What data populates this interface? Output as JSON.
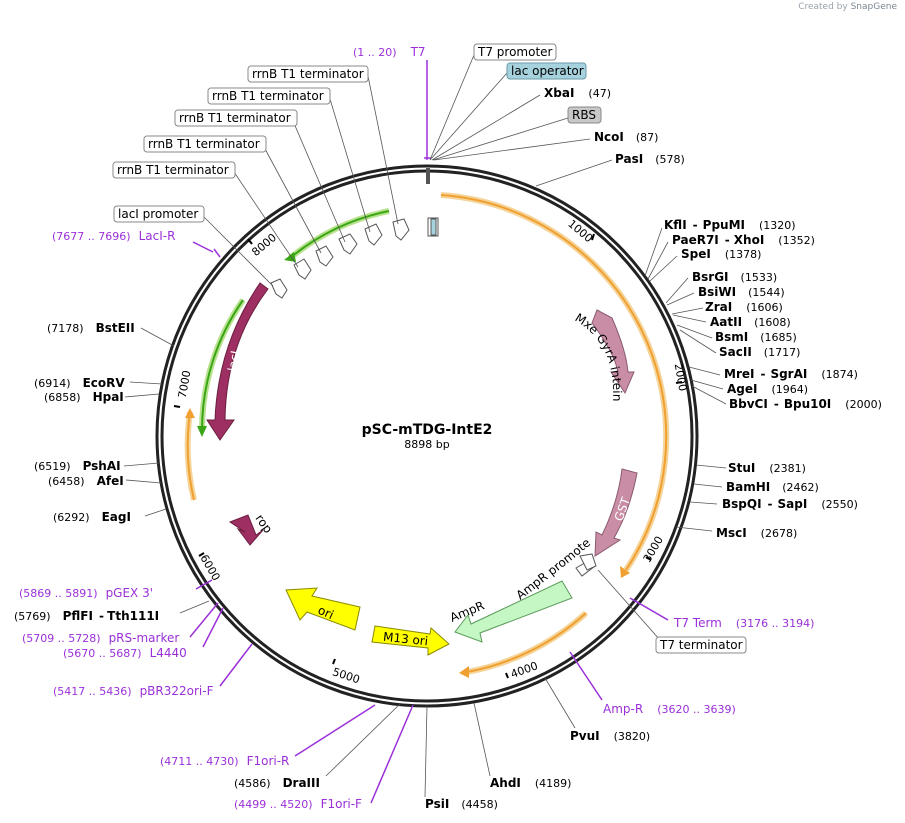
{
  "credit": {
    "prefix": "Created by",
    "brand": "SnapGene"
  },
  "plasmid": {
    "name": "pSC-mTDG-IntE2",
    "size_label": "8898 bp"
  },
  "ticks": [
    "1000",
    "2000",
    "3000",
    "4000",
    "5000",
    "6000",
    "7000",
    "8000"
  ],
  "features": {
    "mxe": "Mxe GyrA intein",
    "gst": "GST",
    "laci": "lacI",
    "rop": "rop",
    "ori": "ori",
    "m13": "M13 ori",
    "ampr": "AmpR",
    "ampr_promoter": "AmpR promoter"
  },
  "boxes": {
    "t7_promoter": "T7 promoter",
    "lac_operator": "lac operator",
    "rbs": "RBS",
    "rrnb1": "rrnB T1 terminator",
    "rrnb2": "rrnB T1 terminator",
    "rrnb3": "rrnB T1 terminator",
    "rrnb4": "rrnB T1 terminator",
    "rrnb5": "rrnB T1 terminator",
    "laci_promoter": "lacI promoter",
    "t7_terminator": "T7 terminator"
  },
  "sites": {
    "xbai": {
      "name": "XbaI",
      "pos": "(47)"
    },
    "ncoi": {
      "name": "NcoI",
      "pos": "(87)"
    },
    "pasi": {
      "name": "PasI",
      "pos": "(578)"
    },
    "kfli": {
      "name": "KflI",
      "sep": "-",
      "name2": "PpuMI",
      "pos": "(1320)"
    },
    "paer7i": {
      "name": "PaeR7I",
      "sep": "-",
      "name2": "XhoI",
      "pos": "(1352)"
    },
    "spei": {
      "name": "SpeI",
      "pos": "(1378)"
    },
    "bsrgi": {
      "name": "BsrGI",
      "pos": "(1533)"
    },
    "bsiwi": {
      "name": "BsiWI",
      "pos": "(1544)"
    },
    "zrai": {
      "name": "ZraI",
      "pos": "(1606)"
    },
    "aatii": {
      "name": "AatII",
      "pos": "(1608)"
    },
    "bsmi": {
      "name": "BsmI",
      "pos": "(1685)"
    },
    "sacii": {
      "name": "SacII",
      "pos": "(1717)"
    },
    "mrei": {
      "name": "MreI",
      "sep": "-",
      "name2": "SgrAI",
      "pos": "(1874)"
    },
    "agei": {
      "name": "AgeI",
      "pos": "(1964)"
    },
    "bbvci": {
      "name": "BbvCI",
      "sep": "-",
      "name2": "Bpu10I",
      "pos": "(2000)"
    },
    "stui": {
      "name": "StuI",
      "pos": "(2381)"
    },
    "bamhi": {
      "name": "BamHI",
      "pos": "(2462)"
    },
    "bspqi": {
      "name": "BspQI",
      "sep": "-",
      "name2": "SapI",
      "pos": "(2550)"
    },
    "msci": {
      "name": "MscI",
      "pos": "(2678)"
    },
    "pvui": {
      "name": "PvuI",
      "pos": "(3820)"
    },
    "ahdi": {
      "name": "AhdI",
      "pos": "(4189)"
    },
    "psii": {
      "name": "PsiI",
      "pos": "(4458)"
    },
    "draiii": {
      "name": "DraIII",
      "pos": "(4586)"
    },
    "pflfi": {
      "pos": "(5769)",
      "name": "PflFI",
      "sep": "-",
      "name2": "Tth111I"
    },
    "eagi": {
      "pos": "(6292)",
      "name": "EagI"
    },
    "afei": {
      "pos": "(6458)",
      "name": "AfeI"
    },
    "pshai": {
      "pos": "(6519)",
      "name": "PshAI"
    },
    "hpai": {
      "pos": "(6858)",
      "name": "HpaI"
    },
    "ecorv": {
      "pos": "(6914)",
      "name": "EcoRV"
    },
    "bsteii": {
      "pos": "(7178)",
      "name": "BstEII"
    }
  },
  "primers": {
    "t7": {
      "range": "(1 .. 20)",
      "name": "T7"
    },
    "laci_r": {
      "range": "(7677 .. 7696)",
      "name": "LacI-R"
    },
    "t7_term": {
      "name": "T7 Term",
      "range": "(3176 .. 3194)"
    },
    "amp_r": {
      "name": "Amp-R",
      "range": "(3620 .. 3639)"
    },
    "pgex3": {
      "range": "(5869 .. 5891)",
      "name": "pGEX 3'"
    },
    "prs_marker": {
      "range": "(5709 .. 5728)",
      "name": "pRS-marker"
    },
    "l4440": {
      "range": "(5670 .. 5687)",
      "name": "L4440"
    },
    "pbr322ori_f": {
      "range": "(5417 .. 5436)",
      "name": "pBR322ori-F"
    },
    "f1ori_r": {
      "range": "(4711 .. 4730)",
      "name": "F1ori-R"
    },
    "f1ori_f": {
      "range": "(4499 .. 4520)",
      "name": "F1ori-F"
    }
  },
  "colors": {
    "orf": "#f0a030",
    "orf_edge": "#f5d49a",
    "green": "#3aa615",
    "laci": "#9e2f62",
    "mxe_gst": "#c98ea6",
    "yellow": "#ffff00",
    "ampr": "#c5f7c5",
    "primer": "#9b30d9",
    "lac_operator_fill": "#a6d2de",
    "rbs_fill": "#c8c8c8"
  }
}
